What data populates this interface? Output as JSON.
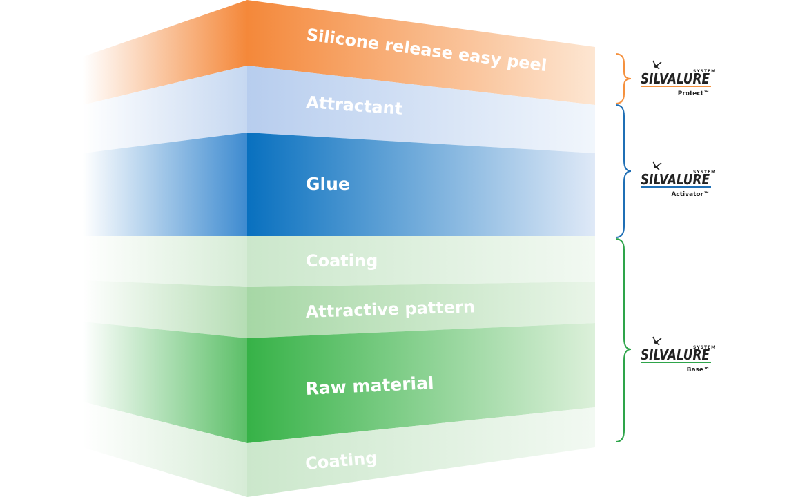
{
  "layers": [
    {
      "label": "Silicone release easy peel",
      "color_dark": "#f5913e",
      "color_light": "#fde3cc"
    },
    {
      "label": "Attractant",
      "color_dark": "#b9cfee",
      "color_light": "#eaf1fb"
    },
    {
      "label": "Glue",
      "color_dark": "#0a72c0",
      "color_light": "#dde8f7"
    },
    {
      "label": "Coating",
      "color_dark": "#cfe8cf",
      "color_light": "#eff8ef"
    },
    {
      "label": "Attractive pattern",
      "color_dark": "#a9d8a8",
      "color_light": "#e6f4e5"
    },
    {
      "label": "Raw material",
      "color_dark": "#3bb44a",
      "color_light": "#d8efd6"
    },
    {
      "label": "Coating",
      "color_dark": "#cfe8cf",
      "color_light": "#eff8ef"
    }
  ],
  "brands": [
    {
      "system": "SYSTEM",
      "name": "SILVALURE",
      "sub": "Protect™",
      "line_color": "#f5913e",
      "icon": "insect-icon"
    },
    {
      "system": "SYSTEM",
      "name": "SILVALURE",
      "sub": "Activator™",
      "line_color": "#1f6fb5",
      "icon": "insect-icon"
    },
    {
      "system": "SYSTEM",
      "name": "SILVALURE",
      "sub": "Base™",
      "line_color": "#2ea44a",
      "icon": "insect-icon"
    }
  ],
  "colors": {
    "orange": "#f5913e",
    "blue": "#1f6fb5",
    "green": "#2ea44a"
  }
}
